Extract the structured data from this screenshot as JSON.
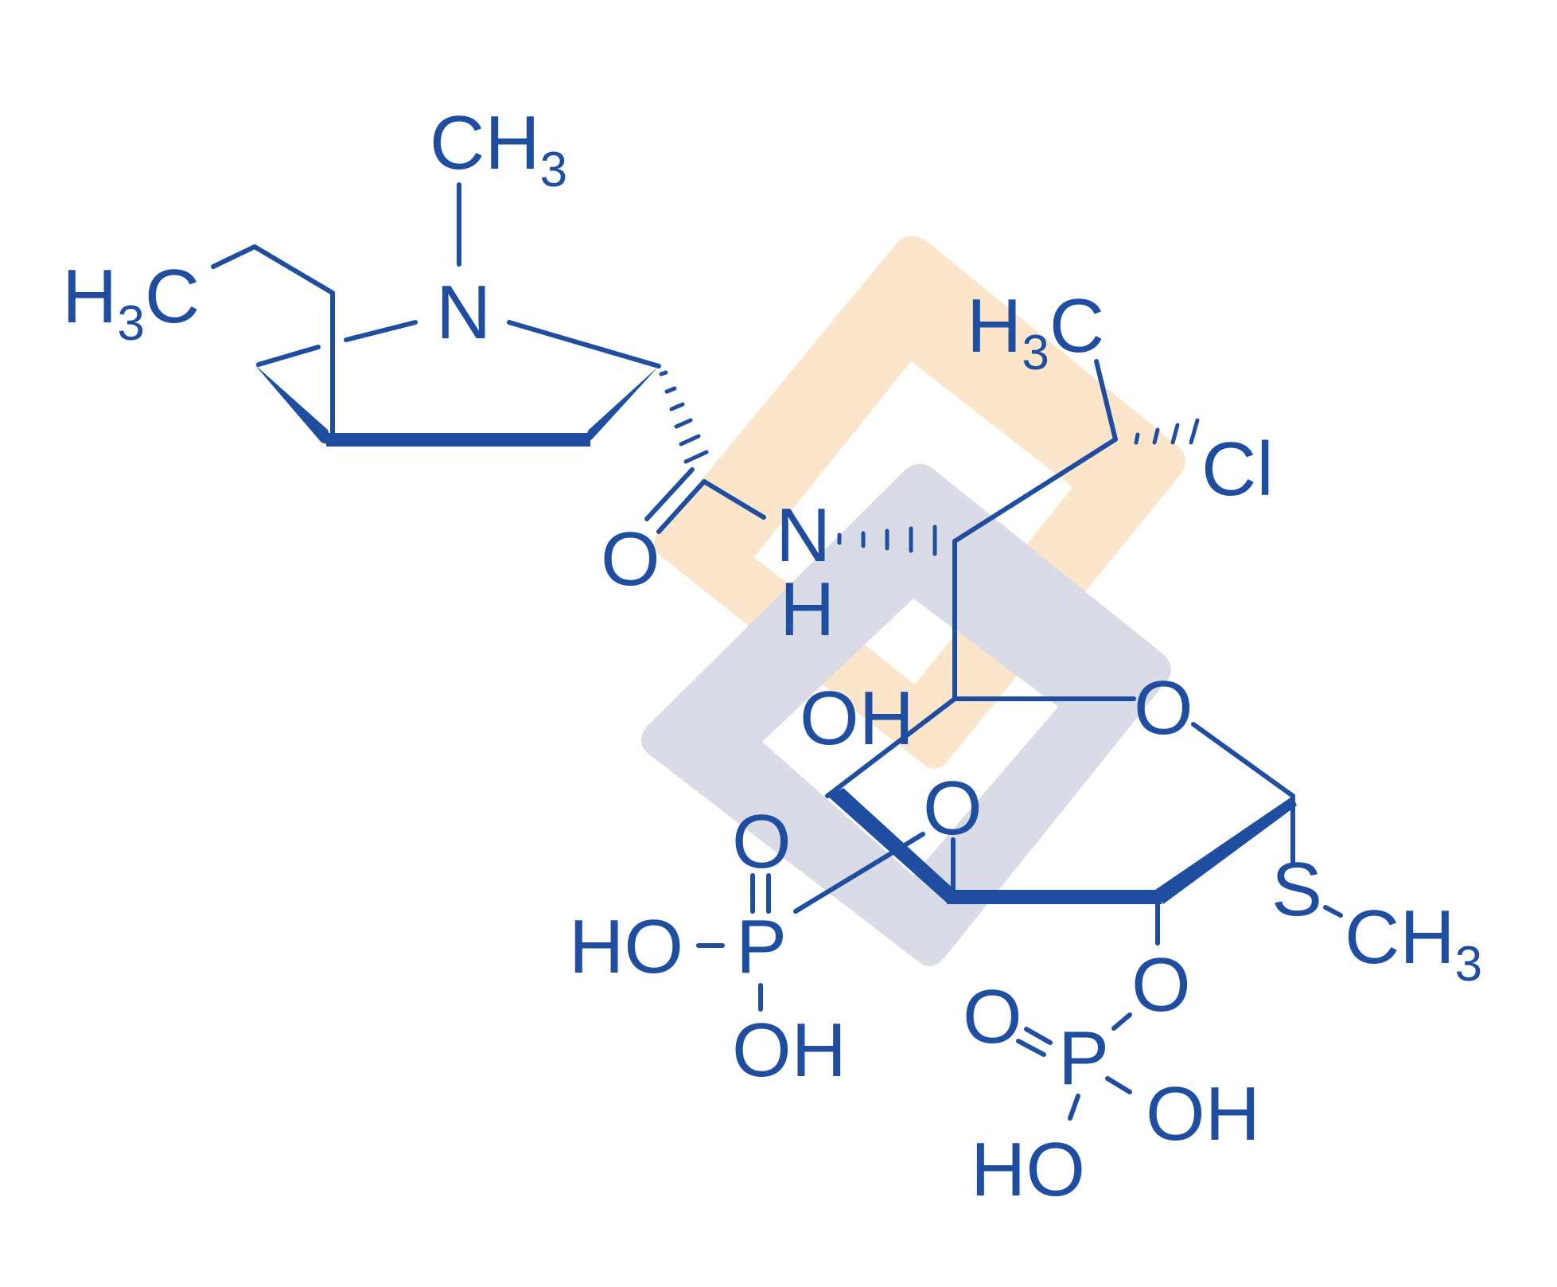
{
  "colors": {
    "structure": "#1f4ea1",
    "watermark_orange": "#fce6cb",
    "watermark_gray": "#d9dce6",
    "background": "#ffffff"
  },
  "atoms": {
    "n_methyl": {
      "main": "CH",
      "sub": "3"
    },
    "propyl_end": {
      "main": "H",
      "sub": "3",
      "tail": "C"
    },
    "ring_n": "N",
    "carbonyl_o": "O",
    "amide_n": "N",
    "amide_h": "H",
    "ethyl_end": {
      "main": "H",
      "sub": "3",
      "tail": "C"
    },
    "chloro": "Cl",
    "oh_top": "OH",
    "ring_o": "O",
    "link_o": "O",
    "p1_dbl_o": "O",
    "p1_ho": "HO",
    "p1": "P",
    "p1_oh": "OH",
    "sulfur": "S",
    "s_methyl": {
      "main": "CH",
      "sub": "3"
    },
    "link_o2": "O",
    "p2_dbl_o": "O",
    "p2": "P",
    "p2_oh": "OH",
    "p2_ho": "HO"
  }
}
